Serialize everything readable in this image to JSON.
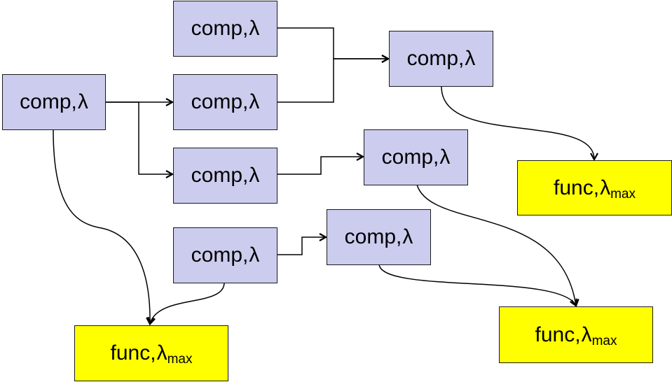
{
  "colors": {
    "comp_fill": "#ccccee",
    "func_fill": "#ffff00",
    "line": "#000000"
  },
  "nodes": {
    "c0": {
      "text": "comp,",
      "symbol": "λ"
    },
    "c1": {
      "text": "comp,",
      "symbol": "λ"
    },
    "c2": {
      "text": "comp,",
      "symbol": "λ"
    },
    "c3": {
      "text": "comp,",
      "symbol": "λ"
    },
    "c4": {
      "text": "comp,",
      "symbol": "λ"
    },
    "c5": {
      "text": "comp,",
      "symbol": "λ"
    },
    "c6": {
      "text": "comp,",
      "symbol": "λ"
    },
    "c7": {
      "text": "comp,",
      "symbol": "λ"
    },
    "f1": {
      "text": "func, ",
      "symbol": "λ",
      "sub": "max"
    },
    "f2": {
      "text": "func, ",
      "symbol": "λ",
      "sub": "max"
    },
    "f3": {
      "text": "func, ",
      "symbol": "λ",
      "sub": "max"
    }
  },
  "edges": [
    {
      "from": "c0",
      "to": "c2"
    },
    {
      "from": "c0",
      "to": "c3"
    },
    {
      "from": "c1",
      "to": "c4"
    },
    {
      "from": "c2",
      "to": "c4"
    },
    {
      "from": "c3",
      "to": "c5"
    },
    {
      "from": "c6",
      "to": "c7"
    },
    {
      "from": "c4",
      "to": "f1"
    },
    {
      "from": "c5",
      "to": "f2"
    },
    {
      "from": "c7",
      "to": "f2"
    },
    {
      "from": "c0",
      "to": "f3"
    },
    {
      "from": "c6",
      "to": "f3"
    }
  ]
}
